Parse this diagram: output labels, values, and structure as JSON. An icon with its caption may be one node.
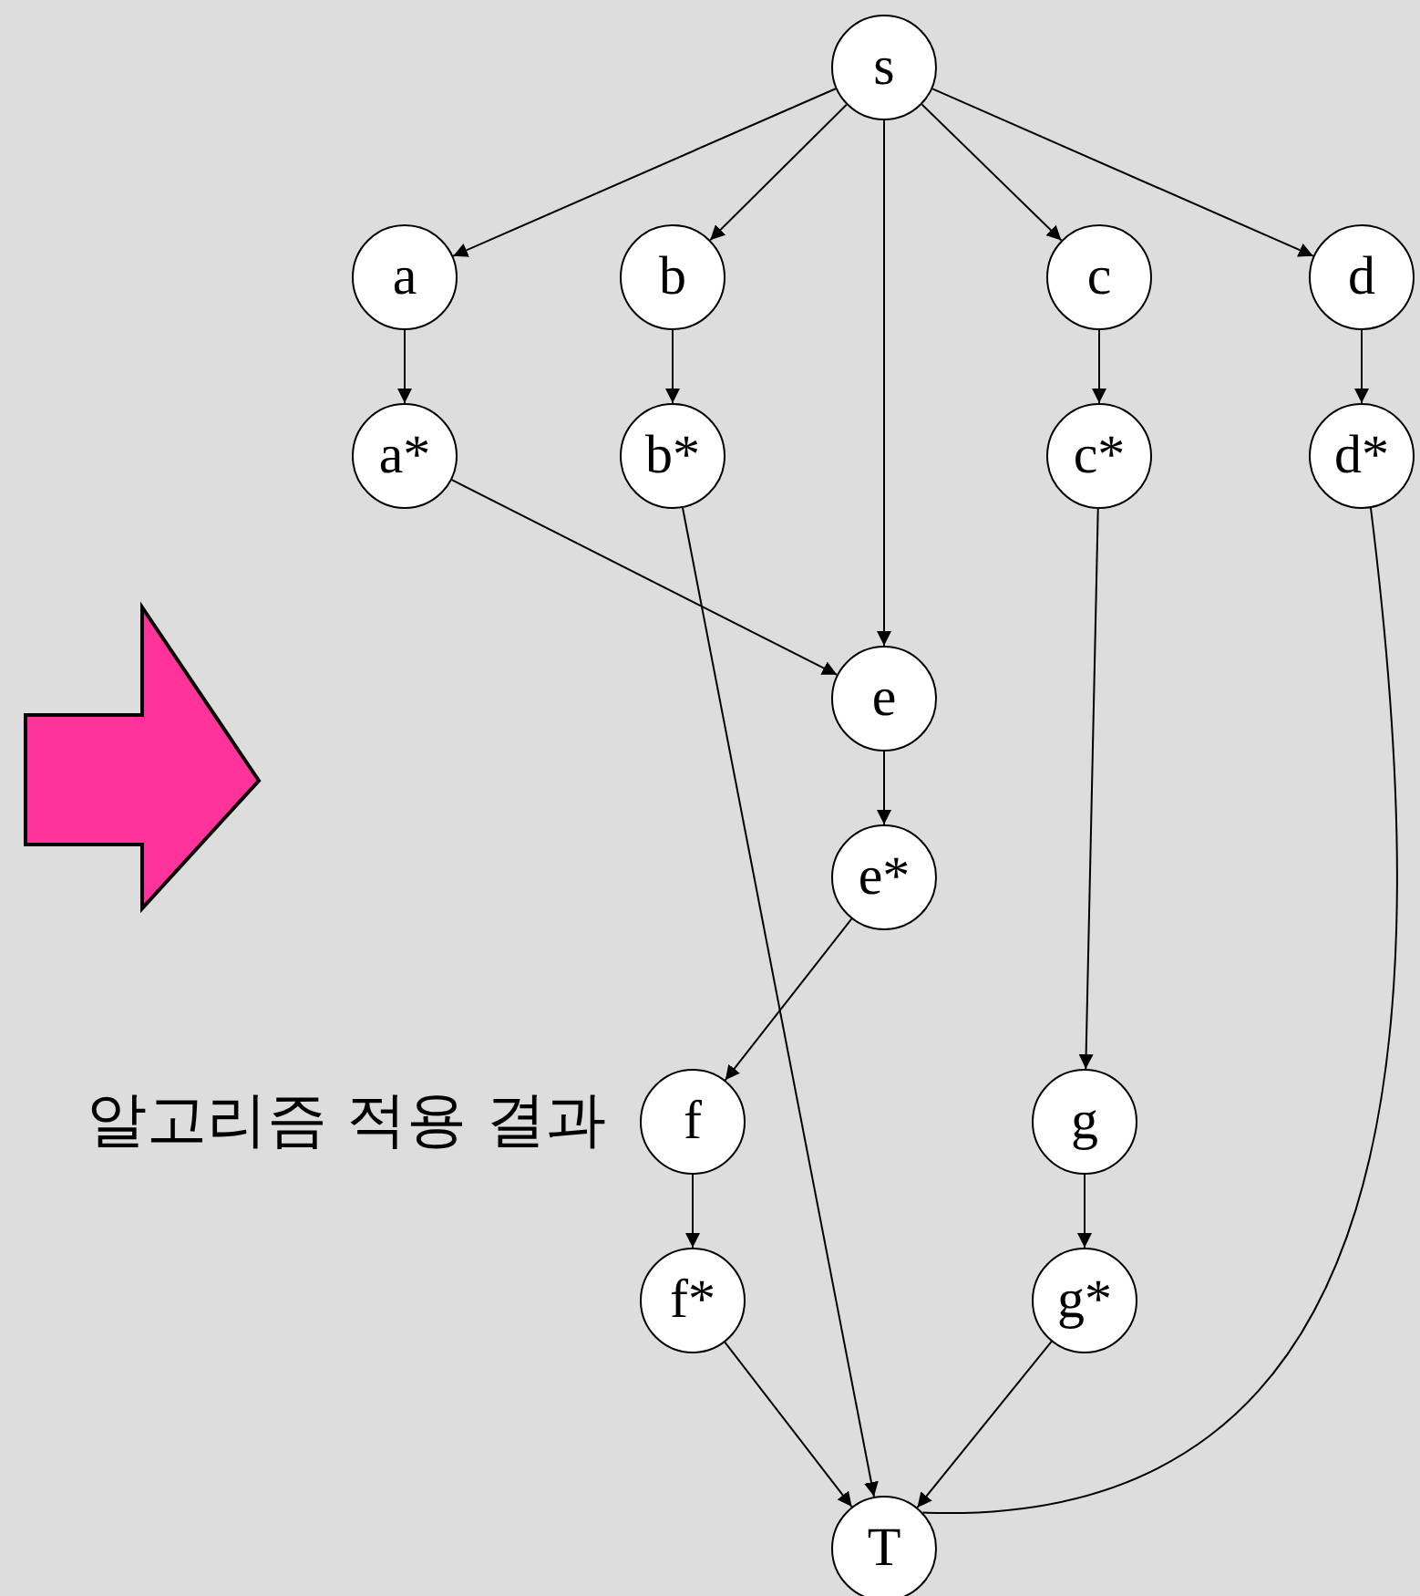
{
  "diagram": {
    "nodes": [
      {
        "text": [
          "s"
        ]
      },
      {
        "text": [
          "a"
        ]
      },
      {
        "text": [
          "b"
        ]
      },
      {
        "text": [
          "c"
        ]
      },
      {
        "text": [
          "d"
        ]
      },
      {
        "text": [
          "a*"
        ]
      },
      {
        "text": [
          "b*"
        ]
      },
      {
        "text": [
          "c*"
        ]
      },
      {
        "text": [
          "d*"
        ]
      },
      {
        "text": [
          "e"
        ]
      },
      {
        "text": [
          "e*"
        ]
      },
      {
        "text": [
          "f"
        ]
      },
      {
        "text": [
          "g"
        ]
      },
      {
        "text": [
          "f*"
        ]
      },
      {
        "text": [
          "g*"
        ]
      },
      {
        "text": [
          "T"
        ]
      }
    ],
    "edges": [
      {
        "from": 0,
        "to": 1,
        "arrow": "to"
      },
      {
        "from": 0,
        "to": 2,
        "arrow": "to"
      },
      {
        "from": 0,
        "to": 9,
        "arrow": "to"
      },
      {
        "from": 0,
        "to": 3,
        "arrow": "to"
      },
      {
        "from": 0,
        "to": 4,
        "arrow": "to"
      },
      {
        "from": 1,
        "to": 5,
        "arrow": "to"
      },
      {
        "from": 2,
        "to": 6,
        "arrow": "to"
      },
      {
        "from": 3,
        "to": 7,
        "arrow": "to"
      },
      {
        "from": 4,
        "to": 8,
        "arrow": "to"
      },
      {
        "from": 5,
        "to": 9,
        "arrow": "to"
      },
      {
        "from": 6,
        "to": 15,
        "arrow": "to"
      },
      {
        "from": 7,
        "to": 12,
        "arrow": "to"
      },
      {
        "from": 8,
        "to": 15,
        "arrow": "none"
      },
      {
        "from": 9,
        "to": 10,
        "arrow": "to"
      },
      {
        "from": 10,
        "to": 11,
        "arrow": "to"
      },
      {
        "from": 11,
        "to": 13,
        "arrow": "to"
      },
      {
        "from": 12,
        "to": 14,
        "arrow": "to"
      },
      {
        "from": 13,
        "to": 15,
        "arrow": "to"
      },
      {
        "from": 14,
        "to": 15,
        "arrow": "to"
      }
    ],
    "labels": [
      "알고리즘 적용 결과"
    ]
  }
}
